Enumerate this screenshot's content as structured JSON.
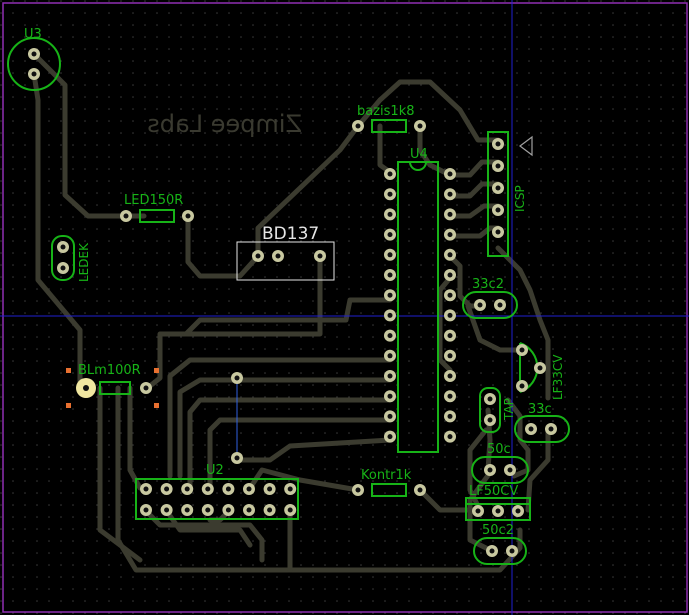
{
  "colors": {
    "background": "#000000",
    "grid_dot": "#3a3a3a",
    "trace": "#3b3b2f",
    "pad_ring": "#c8c8a0",
    "pad_hole": "#101010",
    "silkscreen": "#17b317",
    "outline": "#8f2fb3",
    "cursor": "#2020d0",
    "highlight": "#e6e6e6",
    "mirrored_text": "#3a3a30",
    "wire": "#3060e0",
    "marker": "#e87030"
  },
  "board": {
    "mirrored_title": "Zimpee Labs"
  },
  "components": {
    "u3": "U3",
    "bazis": "bazis1k8",
    "u4": "U4",
    "led150r": "LED150R",
    "ledek": "LEDEK",
    "bd137": "BD137",
    "icsp": "ICSP",
    "c33c2": "33c2",
    "lf33cv": "LF33CV",
    "blm100r": "BLm100R",
    "tap": "TAP",
    "c33c": "33c",
    "c50c": "50c",
    "u2": "U2",
    "kontr1k": "Kontr1k",
    "lf50cv": "LF50CV",
    "c50c2": "50c2"
  }
}
